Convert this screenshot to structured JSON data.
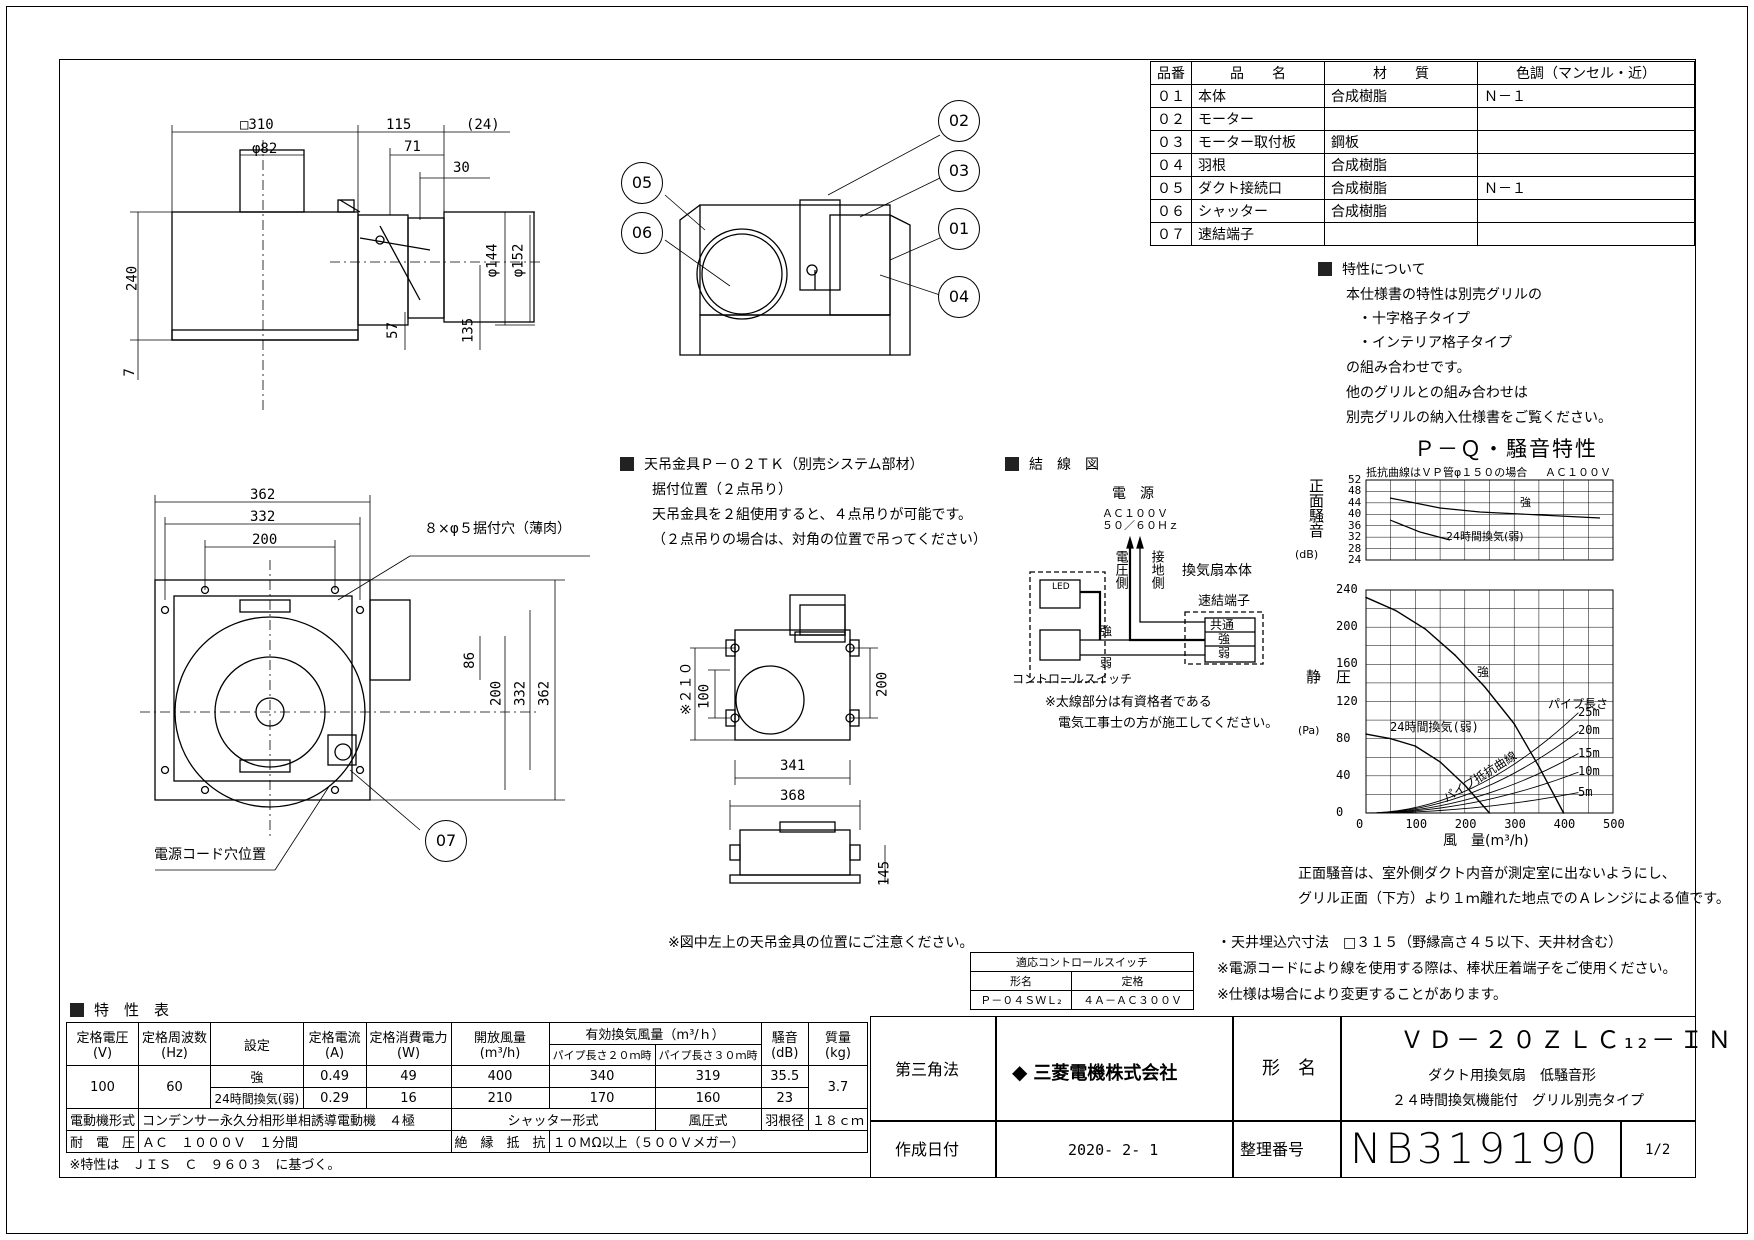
{
  "parts_table": {
    "headers": [
      "品番",
      "品　　名",
      "材　　質",
      "色調（マンセル・近）"
    ],
    "rows": [
      [
        "０１",
        "本体",
        "合成樹脂",
        "Ｎ－１"
      ],
      [
        "０２",
        "モーター",
        "",
        ""
      ],
      [
        "０３",
        "モーター取付板",
        "鋼板",
        ""
      ],
      [
        "０４",
        "羽根",
        "合成樹脂",
        ""
      ],
      [
        "０５",
        "ダクト接続口",
        "合成樹脂",
        "Ｎ－１"
      ],
      [
        "０６",
        "シャッター",
        "合成樹脂",
        ""
      ],
      [
        "０７",
        "速結端子",
        "",
        ""
      ]
    ]
  },
  "characteristics_note": {
    "heading": "特性について",
    "lines": [
      "本仕様書の特性は別売グリルの",
      "・十字格子タイプ",
      "・インテリア格子タイプ",
      "の組み合わせです。",
      "他のグリルとの組み合わせは",
      "別売グリルの納入仕様書をご覧ください。"
    ]
  },
  "pq_chart_title": "Ｐ－Ｑ・騒音特性",
  "noise_chart": {
    "subtitle": "抵抗曲線はＶＰ管φ１５０の場合",
    "voltage": "ＡＣ１００Ｖ",
    "ylabel": "正面騒音",
    "yunit": "(dB)",
    "yticks": [
      "52",
      "48",
      "44",
      "40",
      "36",
      "32",
      "28",
      "24"
    ],
    "label_strong": "強",
    "label_weak": "24時間換気(弱)"
  },
  "chart_data": {
    "type": "line",
    "title": "",
    "xlabel": "風　量(m³/h)",
    "ylabel": "静　圧",
    "yunit": "(Pa)",
    "xlim": [
      0,
      500
    ],
    "ylim": [
      0,
      240
    ],
    "xticks": [
      "0",
      "100",
      "200",
      "300",
      "400",
      "500"
    ],
    "yticks": [
      "0",
      "40",
      "80",
      "120",
      "160",
      "200",
      "240"
    ],
    "series": [
      {
        "name": "強",
        "x": [
          0,
          60,
          120,
          180,
          240,
          300,
          350,
          400
        ],
        "y": [
          232,
          218,
          198,
          170,
          136,
          96,
          50,
          0
        ]
      },
      {
        "name": "24時間換気(弱)",
        "x": [
          0,
          50,
          100,
          150,
          200,
          250
        ],
        "y": [
          85,
          80,
          72,
          55,
          30,
          0
        ]
      }
    ],
    "resistance_curves": {
      "label": "パイプ抵抗曲線",
      "pipe_label": "パイプ長さ",
      "lengths": [
        "25m",
        "20m",
        "15m",
        "10m",
        "5m"
      ],
      "end_pressures": [
        108,
        88,
        64,
        44,
        22
      ]
    }
  },
  "noise_note": [
    "正面騒音は、室外側ダクト内音が測定室に出ないようにし、",
    "グリル正面（下方）より１ｍ離れた地点でのＡレンジによる値です。"
  ],
  "drawing_labels": {
    "sq310": "□310",
    "phi82": "φ82",
    "d115": "115",
    "d24": "(24)",
    "d71": "71",
    "d30": "30",
    "d240": "240",
    "d7": "7",
    "d57": "57",
    "d135": "135",
    "phi144": "φ144",
    "phi152": "φ152",
    "d362": "362",
    "d332": "332",
    "d200": "200",
    "d86": "86",
    "mount_hole": "８×φ５据付穴（薄肉）",
    "cord_hole": "電源コード穴位置",
    "hanger_d210": "※２１０",
    "hanger_d100": "100",
    "hanger_d200": "200",
    "hanger_d341": "341",
    "side_d368": "368",
    "side_d145": "145"
  },
  "callouts": [
    "02",
    "03",
    "05",
    "06",
    "01",
    "04",
    "07"
  ],
  "hanger_note": {
    "title": "天吊金具Ｐ－０２ＴＫ（別売システム部材）",
    "lines": [
      "据付位置（２点吊り）",
      "天吊金具を２組使用すると、４点吊りが可能です。",
      "（２点吊りの場合は、対角の位置で吊ってください）"
    ]
  },
  "wiring": {
    "title": "結　線　図",
    "power": "電　源",
    "ac": "ＡＣ１００Ｖ",
    "hz": "５０／６０Ｈｚ",
    "voltage_side": "電圧側",
    "ground_side": "接地側",
    "unit": "換気扇本体",
    "terminal": "速結端子",
    "common": "共通",
    "strong": "強",
    "weak": "弱",
    "led": "LED",
    "switch": "コントロールスイッチ",
    "note1": "※太線部分は有資格者である",
    "note2": "電気工事士の方が施工してください。"
  },
  "hanger_position_note": "※図中左上の天吊金具の位置にご注意ください。",
  "switch_table": {
    "title": "適応コントロールスイッチ",
    "h1": "形名",
    "h2": "定格",
    "model": "Ｐ－０４ＳＷＬ₂",
    "rating": "４Ａ－ＡＣ３００Ｖ"
  },
  "install_notes": [
    "・天井埋込穴寸法　□３１５（野縁高さ４５以下、天井材含む）",
    "※電源コードにより線を使用する際は、棒状圧着端子をご使用ください。",
    "※仕様は場合により変更することがあります。"
  ],
  "spec": {
    "heading": "特　性　表",
    "h_voltage": "定格電圧",
    "u_voltage": "(V)",
    "h_freq": "定格周波数",
    "u_freq": "(Hz)",
    "h_setting": "設定",
    "h_current": "定格電流",
    "u_current": "(A)",
    "h_power": "定格消費電力",
    "u_power": "(W)",
    "h_open": "開放風量",
    "u_open": "(m³/h)",
    "h_effective": "有効換気風量（m³/ｈ）",
    "h_pipe20": "パイプ長さ２０ｍ時",
    "h_pipe30": "パイプ長さ３０ｍ時",
    "h_noise": "騒音",
    "u_noise": "(dB)",
    "h_mass": "質量",
    "u_mass": "(kg)",
    "voltage": "100",
    "freq": "60",
    "mass": "3.7",
    "rows": [
      {
        "setting": "強",
        "current": "0.49",
        "power": "49",
        "open": "400",
        "p20": "340",
        "p30": "319",
        "noise": "35.5"
      },
      {
        "setting": "24時間換気(弱)",
        "current": "0.29",
        "power": "16",
        "open": "210",
        "p20": "170",
        "p30": "160",
        "noise": "23"
      }
    ],
    "motor_label": "電動機形式",
    "motor_value": "コンデンサー永久分相形単相誘導電動機　４極",
    "shutter_label": "シャッター形式",
    "shutter_value": "風圧式",
    "blade_label": "羽根径",
    "blade_value": "１８ｃｍ",
    "withstand_label": "耐　電　圧",
    "withstand_value": "ＡＣ　１０００Ｖ　１分間",
    "insulation_label": "絶　縁　抵　抗",
    "insulation_value": "１０ＭΩ以上（５００Ｖメガー）",
    "footnote": "※特性は　ＪＩＳ　Ｃ　９６０３　に基づく。"
  },
  "title_block": {
    "projection": "第三角法",
    "company": "三菱電機株式会社",
    "model_label": "形　名",
    "model": "ＶＤ－２０ＺＬＣ₁₂－ＩＮ",
    "desc1": "ダクト用換気扇　低騒音形",
    "desc2": "２４時間換気機能付　グリル別売タイプ",
    "date_label": "作成日付",
    "date": "2020- 2- 1",
    "number_label": "整理番号",
    "number": "NB319190",
    "page": "1/2"
  }
}
